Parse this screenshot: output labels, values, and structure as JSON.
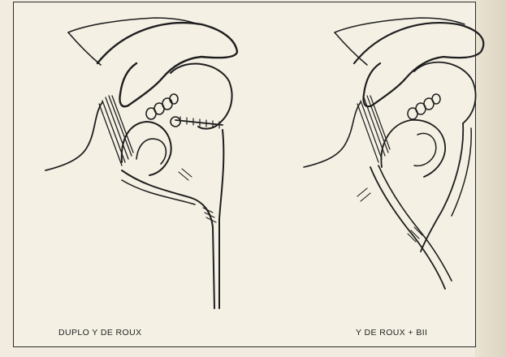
{
  "figure": {
    "panels": [
      {
        "id": "left",
        "caption": "DUPLO Y DE ROUX"
      },
      {
        "id": "right",
        "caption": "Y DE ROUX + BII"
      }
    ]
  }
}
